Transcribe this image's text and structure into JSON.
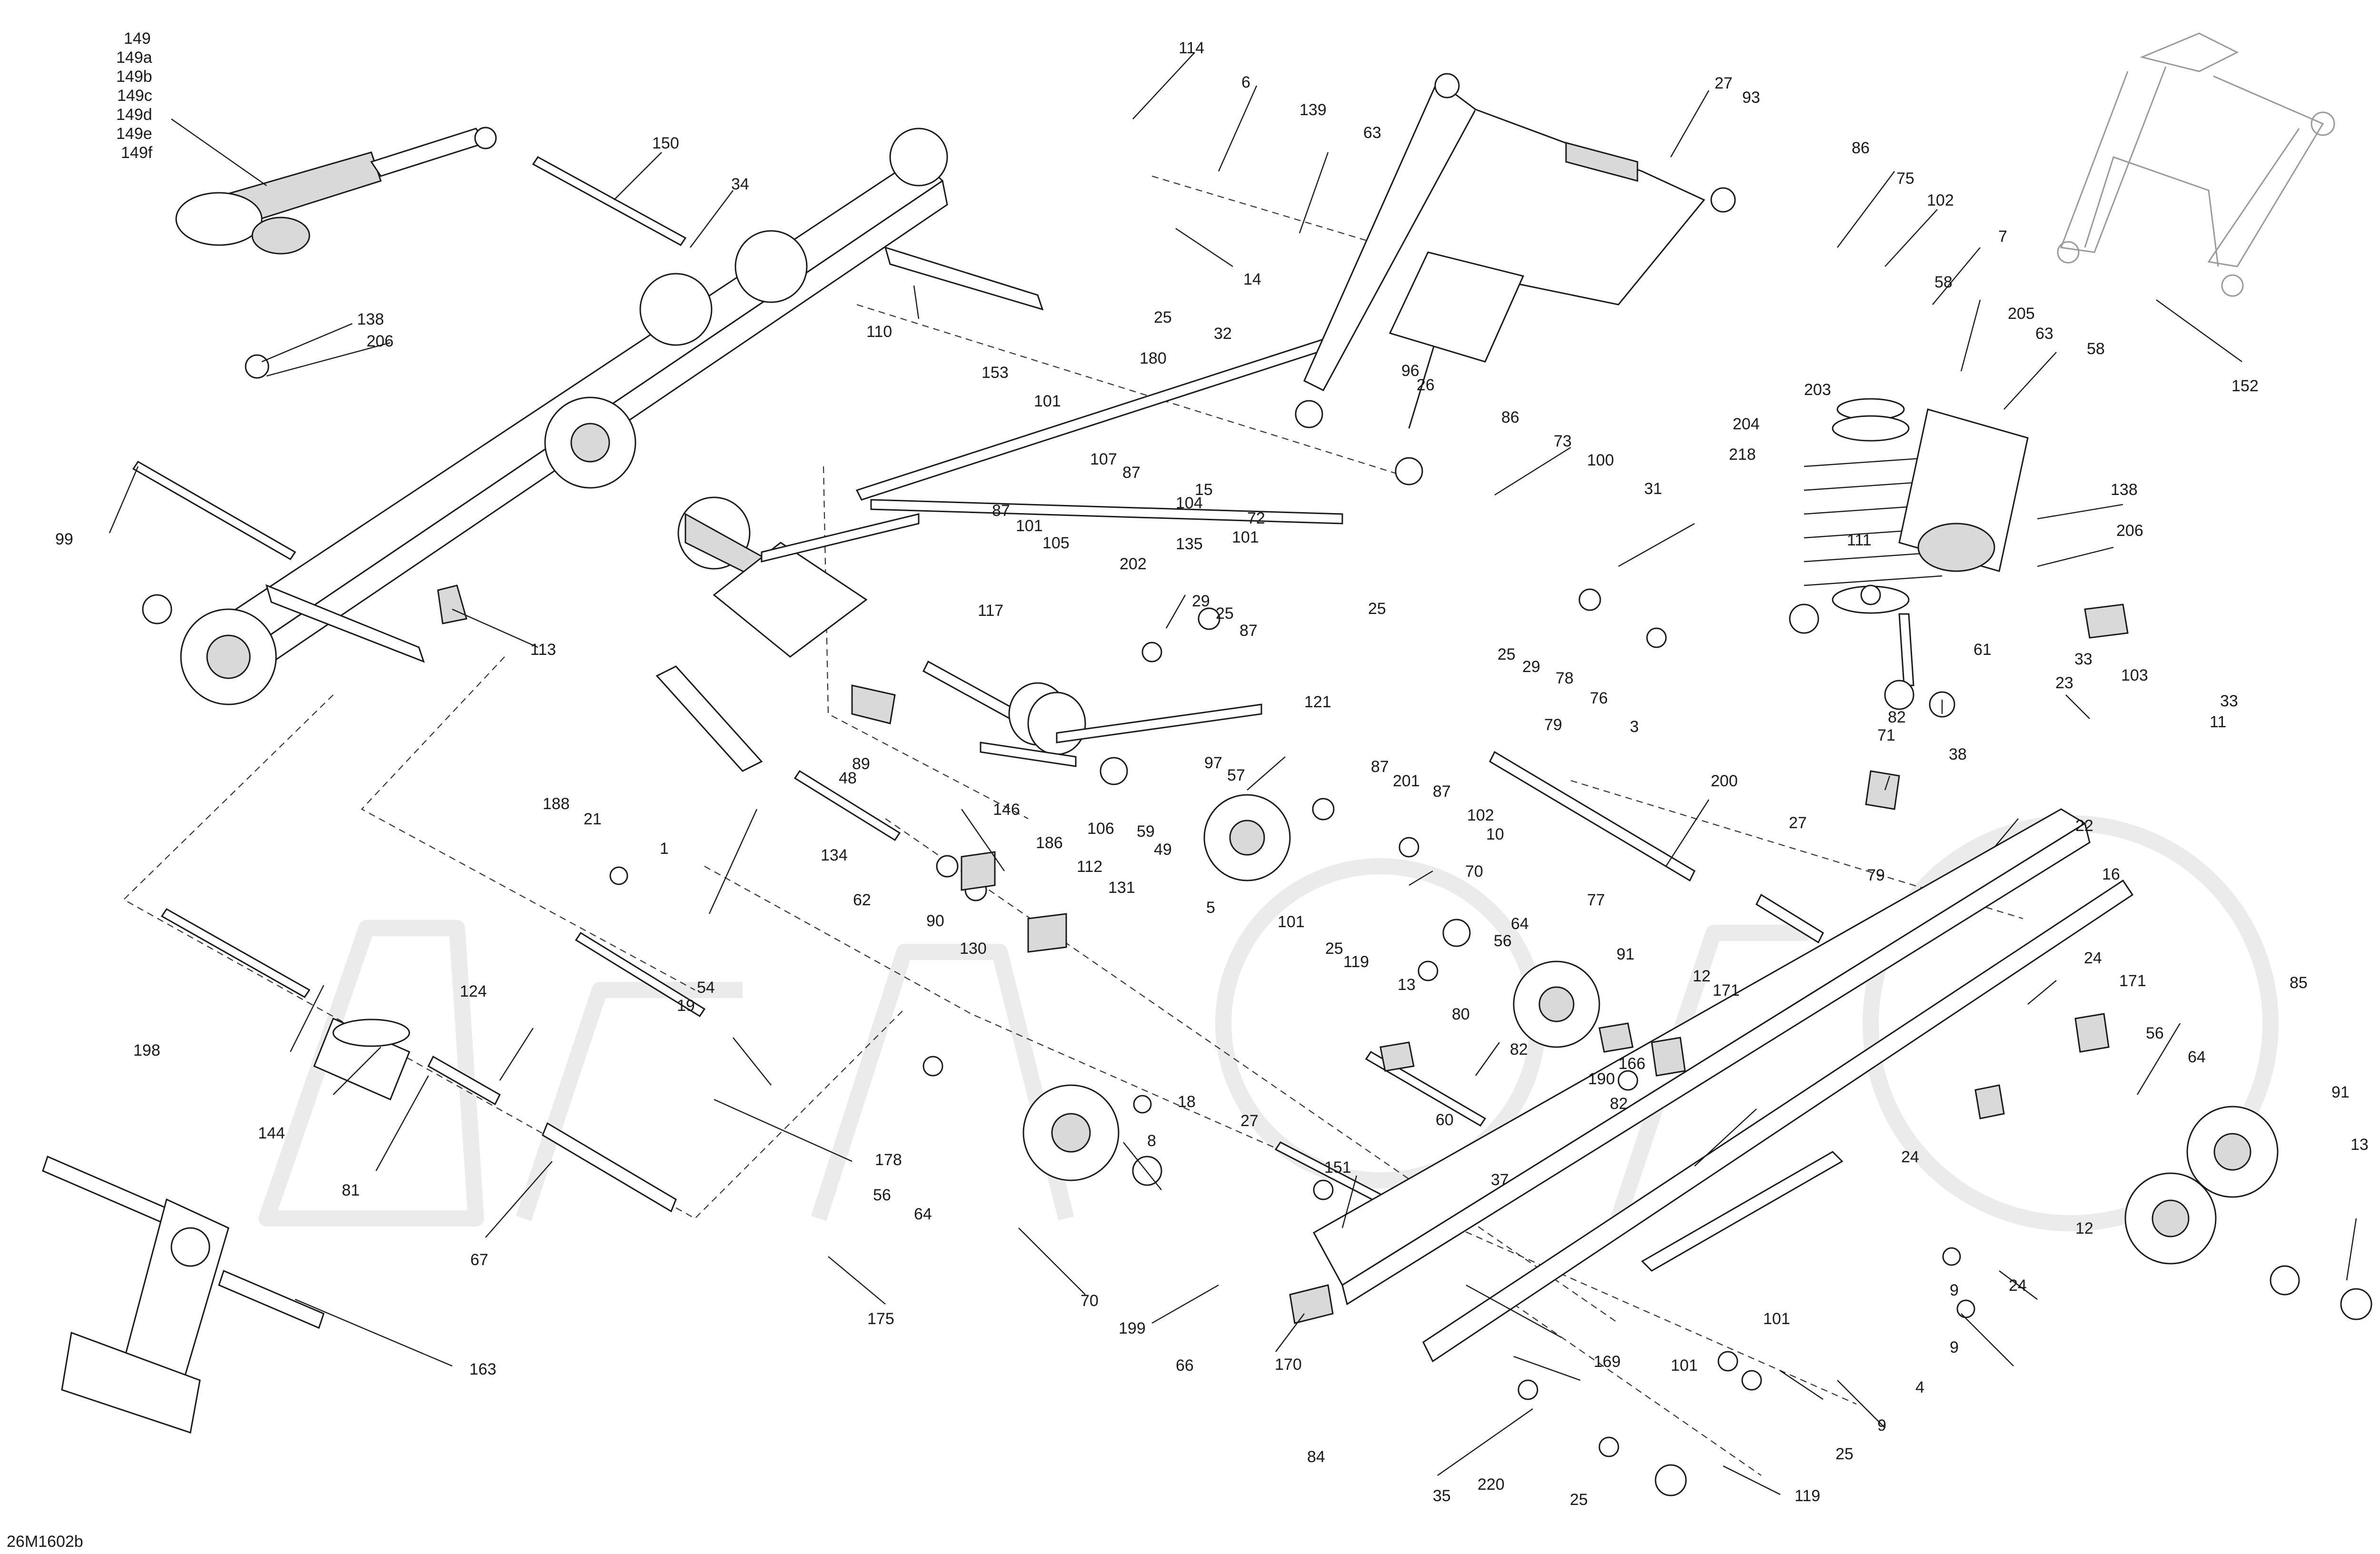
{
  "diagram_code": "26M1602b",
  "colors": {
    "ink": "#1a1a1a",
    "watermark": "#ebebeb",
    "ghost": "#9a9a9a",
    "part_fill": "#d9d9d9"
  },
  "stack_labels": [
    "149",
    "149a",
    "149b",
    "149c",
    "149d",
    "149e",
    "149f"
  ],
  "callouts": [
    {
      "id": "c150",
      "text": "150"
    },
    {
      "id": "c34",
      "text": "34"
    },
    {
      "id": "c138a",
      "text": "138"
    },
    {
      "id": "c206a",
      "text": "206"
    },
    {
      "id": "c110",
      "text": "110"
    },
    {
      "id": "c99",
      "text": "99"
    },
    {
      "id": "c113",
      "text": "113"
    },
    {
      "id": "c114",
      "text": "114"
    },
    {
      "id": "c6",
      "text": "6"
    },
    {
      "id": "c139",
      "text": "139"
    },
    {
      "id": "c63a",
      "text": "63"
    },
    {
      "id": "c14",
      "text": "14"
    },
    {
      "id": "c25a",
      "text": "25"
    },
    {
      "id": "c32",
      "text": "32"
    },
    {
      "id": "c153",
      "text": "153"
    },
    {
      "id": "c180",
      "text": "180"
    },
    {
      "id": "c101a",
      "text": "101"
    },
    {
      "id": "c107",
      "text": "107"
    },
    {
      "id": "c87a",
      "text": "87"
    },
    {
      "id": "c15",
      "text": "15"
    },
    {
      "id": "c104",
      "text": "104"
    },
    {
      "id": "c72",
      "text": "72"
    },
    {
      "id": "c135",
      "text": "135"
    },
    {
      "id": "c101b",
      "text": "101"
    },
    {
      "id": "c27a",
      "text": "27"
    },
    {
      "id": "c93",
      "text": "93"
    },
    {
      "id": "c96",
      "text": "96"
    },
    {
      "id": "c26",
      "text": "26"
    },
    {
      "id": "c86a",
      "text": "86"
    },
    {
      "id": "c75",
      "text": "75"
    },
    {
      "id": "c102a",
      "text": "102"
    },
    {
      "id": "c7",
      "text": "7"
    },
    {
      "id": "c152",
      "text": "152"
    },
    {
      "id": "c58a",
      "text": "58"
    },
    {
      "id": "c205",
      "text": "205"
    },
    {
      "id": "c63b",
      "text": "63"
    },
    {
      "id": "c58b",
      "text": "58"
    },
    {
      "id": "c203",
      "text": "203"
    },
    {
      "id": "c204",
      "text": "204"
    },
    {
      "id": "c218",
      "text": "218"
    },
    {
      "id": "c138b",
      "text": "138"
    },
    {
      "id": "c206b",
      "text": "206"
    },
    {
      "id": "c111",
      "text": "111"
    },
    {
      "id": "c86b",
      "text": "86"
    },
    {
      "id": "c73",
      "text": "73"
    },
    {
      "id": "c100",
      "text": "100"
    },
    {
      "id": "c31",
      "text": "31"
    },
    {
      "id": "c25b",
      "text": "25"
    },
    {
      "id": "c25c",
      "text": "25"
    },
    {
      "id": "c29a",
      "text": "29"
    },
    {
      "id": "c78",
      "text": "78"
    },
    {
      "id": "c76",
      "text": "76"
    },
    {
      "id": "c3",
      "text": "3"
    },
    {
      "id": "c79a",
      "text": "79"
    },
    {
      "id": "c61",
      "text": "61"
    },
    {
      "id": "c82a",
      "text": "82"
    },
    {
      "id": "c71",
      "text": "71"
    },
    {
      "id": "c38",
      "text": "38"
    },
    {
      "id": "c23",
      "text": "23"
    },
    {
      "id": "c33a",
      "text": "33"
    },
    {
      "id": "c103",
      "text": "103"
    },
    {
      "id": "c33b",
      "text": "33"
    },
    {
      "id": "c11",
      "text": "11"
    },
    {
      "id": "c87b",
      "text": "87"
    },
    {
      "id": "c101c",
      "text": "101"
    },
    {
      "id": "c105",
      "text": "105"
    },
    {
      "id": "c202",
      "text": "202"
    },
    {
      "id": "c29b",
      "text": "29"
    },
    {
      "id": "c25d",
      "text": "25"
    },
    {
      "id": "c87c",
      "text": "87"
    },
    {
      "id": "c117",
      "text": "117"
    },
    {
      "id": "c89",
      "text": "89"
    },
    {
      "id": "c48",
      "text": "48"
    },
    {
      "id": "c146",
      "text": "146"
    },
    {
      "id": "c121",
      "text": "121"
    },
    {
      "id": "c97",
      "text": "97"
    },
    {
      "id": "c57",
      "text": "57"
    },
    {
      "id": "c106",
      "text": "106"
    },
    {
      "id": "c59",
      "text": "59"
    },
    {
      "id": "c49",
      "text": "49"
    },
    {
      "id": "c87d",
      "text": "87"
    },
    {
      "id": "c201",
      "text": "201"
    },
    {
      "id": "c87e",
      "text": "87"
    },
    {
      "id": "c102b",
      "text": "102"
    },
    {
      "id": "c10",
      "text": "10"
    },
    {
      "id": "c200",
      "text": "200"
    },
    {
      "id": "c27b",
      "text": "27"
    },
    {
      "id": "c22",
      "text": "22"
    },
    {
      "id": "c16",
      "text": "16"
    },
    {
      "id": "c188",
      "text": "188"
    },
    {
      "id": "c21",
      "text": "21"
    },
    {
      "id": "c1",
      "text": "1"
    },
    {
      "id": "c134",
      "text": "134"
    },
    {
      "id": "c62",
      "text": "62"
    },
    {
      "id": "c90",
      "text": "90"
    },
    {
      "id": "c186",
      "text": "186"
    },
    {
      "id": "c112",
      "text": "112"
    },
    {
      "id": "c130",
      "text": "130"
    },
    {
      "id": "c131",
      "text": "131"
    },
    {
      "id": "c5",
      "text": "5"
    },
    {
      "id": "c101d",
      "text": "101"
    },
    {
      "id": "c25e",
      "text": "25"
    },
    {
      "id": "c119a",
      "text": "119"
    },
    {
      "id": "c13a",
      "text": "13"
    },
    {
      "id": "c70a",
      "text": "70"
    },
    {
      "id": "c77",
      "text": "77"
    },
    {
      "id": "c64a",
      "text": "64"
    },
    {
      "id": "c56a",
      "text": "56"
    },
    {
      "id": "c79b",
      "text": "79"
    },
    {
      "id": "c24a",
      "text": "24"
    },
    {
      "id": "c171a",
      "text": "171"
    },
    {
      "id": "c85",
      "text": "85"
    },
    {
      "id": "c54",
      "text": "54"
    },
    {
      "id": "c19",
      "text": "19"
    },
    {
      "id": "c124",
      "text": "124"
    },
    {
      "id": "c198",
      "text": "198"
    },
    {
      "id": "c144",
      "text": "144"
    },
    {
      "id": "c81",
      "text": "81"
    },
    {
      "id": "c67",
      "text": "67"
    },
    {
      "id": "c80",
      "text": "80"
    },
    {
      "id": "c91a",
      "text": "91"
    },
    {
      "id": "c12a",
      "text": "12"
    },
    {
      "id": "c171b",
      "text": "171"
    },
    {
      "id": "c82b",
      "text": "82"
    },
    {
      "id": "c166",
      "text": "166"
    },
    {
      "id": "c190",
      "text": "190"
    },
    {
      "id": "c82c",
      "text": "82"
    },
    {
      "id": "c56b",
      "text": "56"
    },
    {
      "id": "c64b",
      "text": "64"
    },
    {
      "id": "c60",
      "text": "60"
    },
    {
      "id": "c37",
      "text": "37"
    },
    {
      "id": "c24b",
      "text": "24"
    },
    {
      "id": "c91b",
      "text": "91"
    },
    {
      "id": "c13b",
      "text": "13"
    },
    {
      "id": "c119b",
      "text": "119"
    },
    {
      "id": "c12b",
      "text": "12"
    },
    {
      "id": "c178",
      "text": "178"
    },
    {
      "id": "c56c",
      "text": "56"
    },
    {
      "id": "c64c",
      "text": "64"
    },
    {
      "id": "c8",
      "text": "8"
    },
    {
      "id": "c18",
      "text": "18"
    },
    {
      "id": "c27c",
      "text": "27"
    },
    {
      "id": "c151",
      "text": "151"
    },
    {
      "id": "c70b",
      "text": "70"
    },
    {
      "id": "c175",
      "text": "175"
    },
    {
      "id": "c199",
      "text": "199"
    },
    {
      "id": "c66",
      "text": "66"
    },
    {
      "id": "c170",
      "text": "170"
    },
    {
      "id": "c169",
      "text": "169"
    },
    {
      "id": "c101e",
      "text": "101"
    },
    {
      "id": "c101f",
      "text": "101"
    },
    {
      "id": "c9a",
      "text": "9"
    },
    {
      "id": "c9b",
      "text": "9"
    },
    {
      "id": "c4",
      "text": "4"
    },
    {
      "id": "c9c",
      "text": "9"
    },
    {
      "id": "c25f",
      "text": "25"
    },
    {
      "id": "c24c",
      "text": "24"
    },
    {
      "id": "c163",
      "text": "163"
    },
    {
      "id": "c84",
      "text": "84"
    },
    {
      "id": "c35",
      "text": "35"
    },
    {
      "id": "c220",
      "text": "220"
    },
    {
      "id": "c25g",
      "text": "25"
    },
    {
      "id": "c119c",
      "text": "119"
    }
  ]
}
